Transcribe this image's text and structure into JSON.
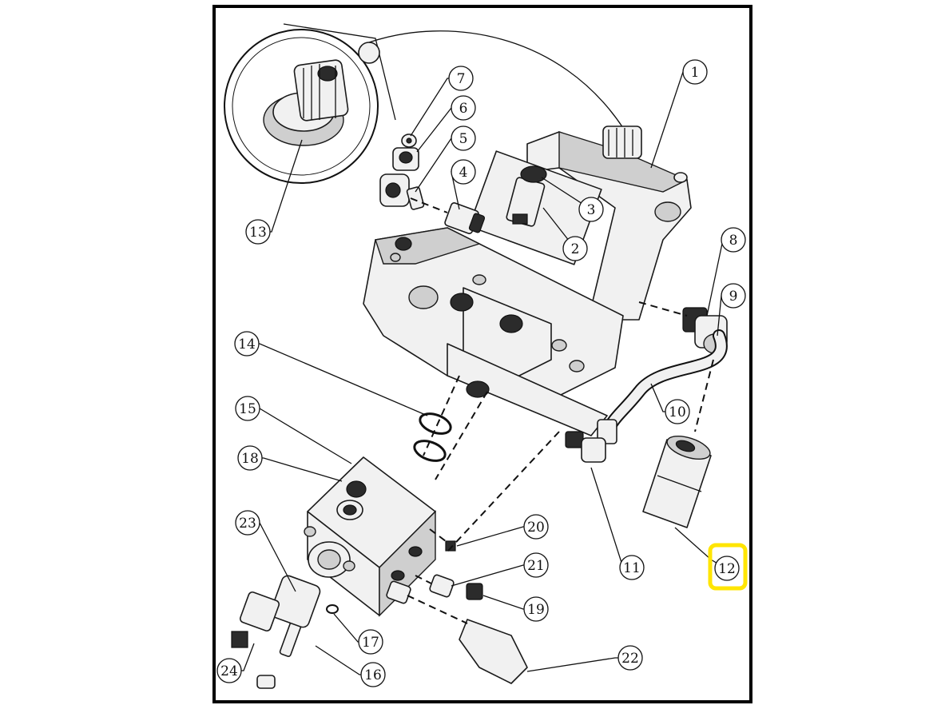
{
  "diagram": {
    "highlight_color": "#FFE500",
    "highlighted_callout": "12",
    "callouts": [
      {
        "label": "1"
      },
      {
        "label": "2"
      },
      {
        "label": "3"
      },
      {
        "label": "4"
      },
      {
        "label": "5"
      },
      {
        "label": "6"
      },
      {
        "label": "7"
      },
      {
        "label": "8"
      },
      {
        "label": "9"
      },
      {
        "label": "10"
      },
      {
        "label": "11"
      },
      {
        "label": "12"
      },
      {
        "label": "13"
      },
      {
        "label": "14"
      },
      {
        "label": "15"
      },
      {
        "label": "16"
      },
      {
        "label": "17"
      },
      {
        "label": "18"
      },
      {
        "label": "19"
      },
      {
        "label": "20"
      },
      {
        "label": "21"
      },
      {
        "label": "22"
      },
      {
        "label": "23"
      },
      {
        "label": "24"
      }
    ]
  }
}
